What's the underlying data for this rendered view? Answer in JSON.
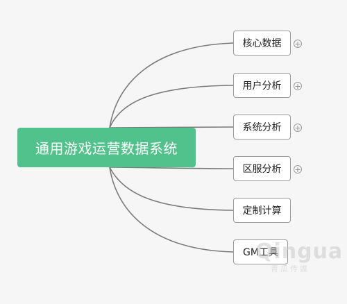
{
  "mindmap": {
    "root": {
      "label": "通用游戏运营数据系统",
      "color": "#52c28c"
    },
    "branches": [
      {
        "label": "核心数据",
        "collapsed_children": true
      },
      {
        "label": "用户分析",
        "collapsed_children": true
      },
      {
        "label": "系统分析",
        "collapsed_children": true
      },
      {
        "label": "区服分析",
        "collapsed_children": true
      },
      {
        "label": "定制计算",
        "collapsed_children": false
      },
      {
        "label": "GM工具",
        "collapsed_children": false
      }
    ],
    "expand_symbol": "+",
    "connector_color": "#7a7a7a"
  },
  "watermark": {
    "text": "Qingua",
    "subtext": "青瓜传媒"
  }
}
